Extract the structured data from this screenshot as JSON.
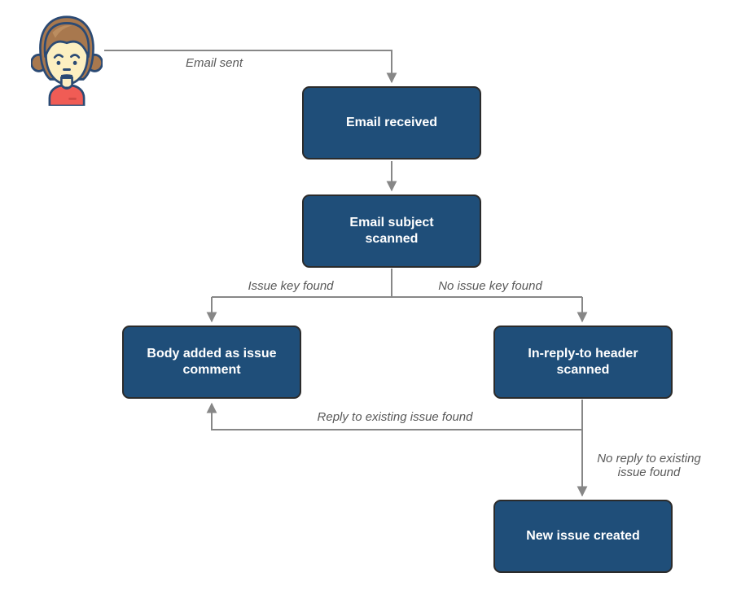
{
  "diagram": {
    "actor": {
      "icon": "woman-avatar-icon"
    },
    "nodes": [
      {
        "id": "email-received",
        "lines": [
          "Email received"
        ]
      },
      {
        "id": "email-subject-scanned",
        "lines": [
          "Email subject",
          "scanned"
        ]
      },
      {
        "id": "body-added-as-issue-comment",
        "lines": [
          "Body added as issue",
          "comment"
        ]
      },
      {
        "id": "in-reply-to-header-scanned",
        "lines": [
          "In-reply-to header",
          "scanned"
        ]
      },
      {
        "id": "new-issue-created",
        "lines": [
          "New issue created"
        ]
      }
    ],
    "edge_labels": {
      "email_sent": "Email sent",
      "issue_key_found": "Issue key found",
      "no_issue_key_found": "No issue key found",
      "reply_to_existing_issue_found": "Reply to existing issue found",
      "no_reply_to_existing_issue_found_lines": [
        "No reply to existing",
        "issue found"
      ]
    },
    "colors": {
      "background": "#ffffff",
      "node_fill": "#1f4e79",
      "node_border": "#2b2b2b",
      "node_text": "#ffffff",
      "connector": "#878787",
      "label_text": "#595959",
      "avatar_outline": "#2b4a74",
      "avatar_hair": "#a8784e",
      "avatar_hair_highlight": "#bb8d60",
      "avatar_skin": "#fcefc1",
      "avatar_shirt": "#f05c55",
      "avatar_shirt_accent": "#d14a44"
    }
  }
}
